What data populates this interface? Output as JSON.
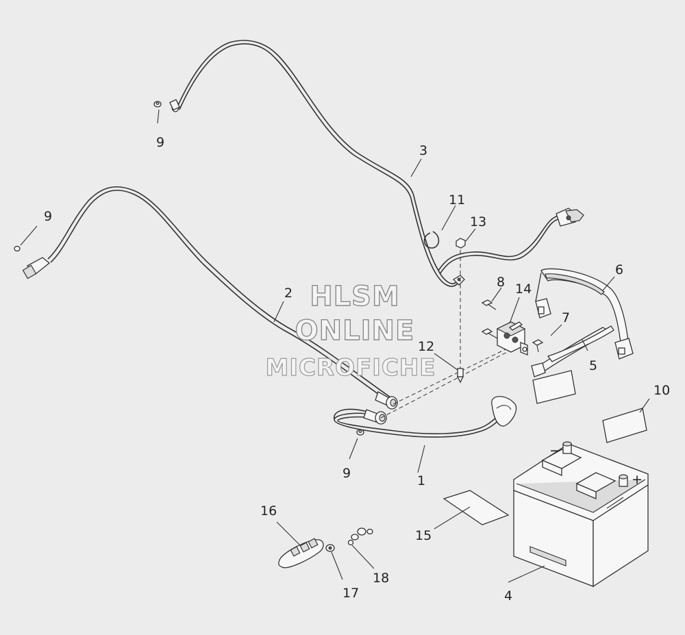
{
  "watermark": {
    "line1": "HLSM",
    "line2": "ONLINE",
    "line3": "MICROFICHE"
  },
  "callouts": {
    "c1": "1",
    "c2": "2",
    "c3": "3",
    "c4": "4",
    "c5": "5",
    "c6": "6",
    "c7": "7",
    "c8": "8",
    "c9a": "9",
    "c9b": "9",
    "c9c": "9",
    "c10": "10",
    "c11": "11",
    "c12": "12",
    "c13": "13",
    "c14": "14",
    "c15": "15",
    "c16": "16",
    "c17": "17",
    "c18": "18"
  },
  "battery_terminal_marks": {
    "negative": "−",
    "positive": "+"
  }
}
